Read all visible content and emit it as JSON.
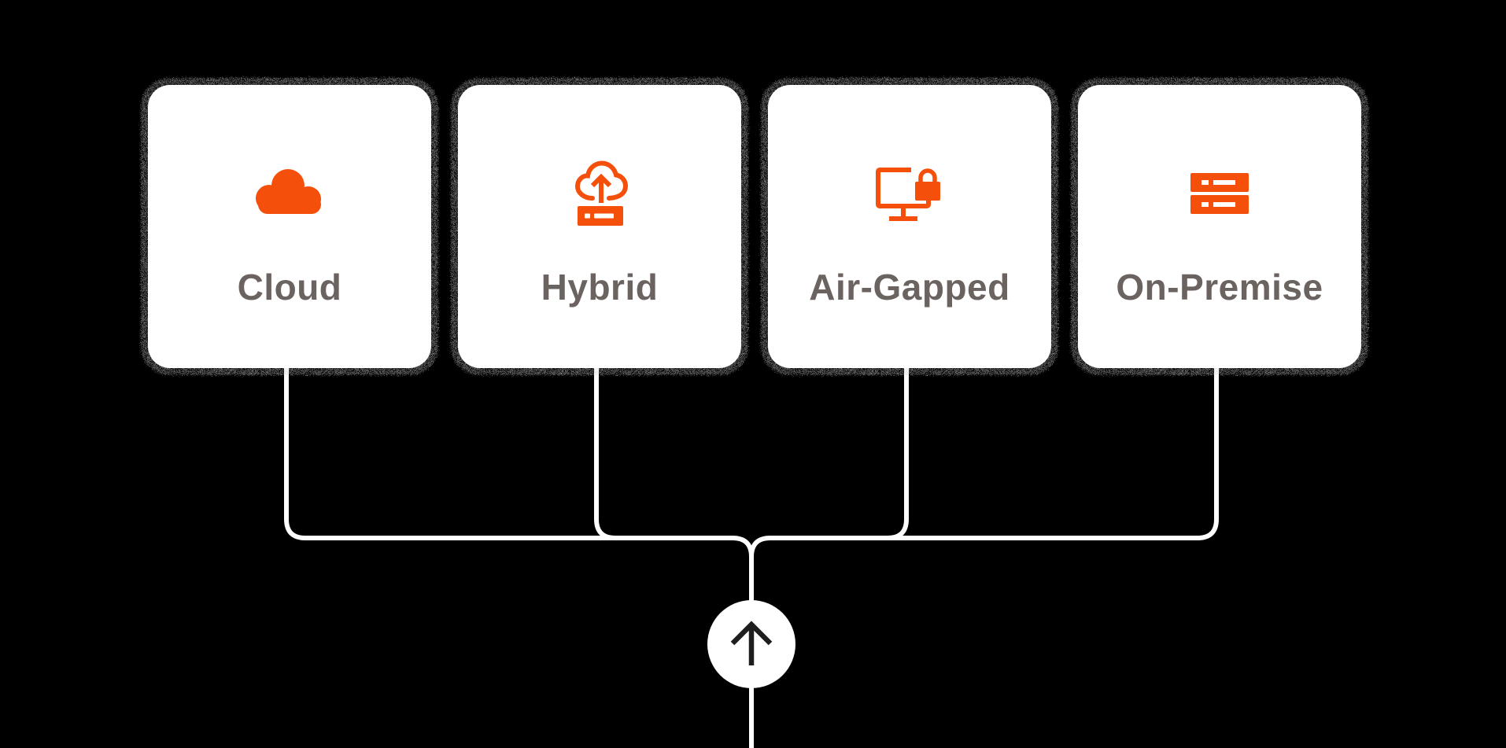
{
  "diagram": {
    "cards": [
      {
        "label": "Cloud",
        "icon": "cloud-icon"
      },
      {
        "label": "Hybrid",
        "icon": "cloud-upload-server-icon"
      },
      {
        "label": "Air-Gapped",
        "icon": "monitor-lock-icon"
      },
      {
        "label": "On-Premise",
        "icon": "server-stack-icon"
      }
    ],
    "merge_arrow": {
      "icon": "up-arrow-icon",
      "direction": "up"
    }
  },
  "colors": {
    "background": "#000000",
    "accent_orange": "#F4500B",
    "label_gray": "#6B6360",
    "card_bg": "#FFFFFF",
    "connector_white": "#FFFFFF",
    "arrow_dark": "#1E1E1E",
    "shadow_gray": "#909090"
  }
}
